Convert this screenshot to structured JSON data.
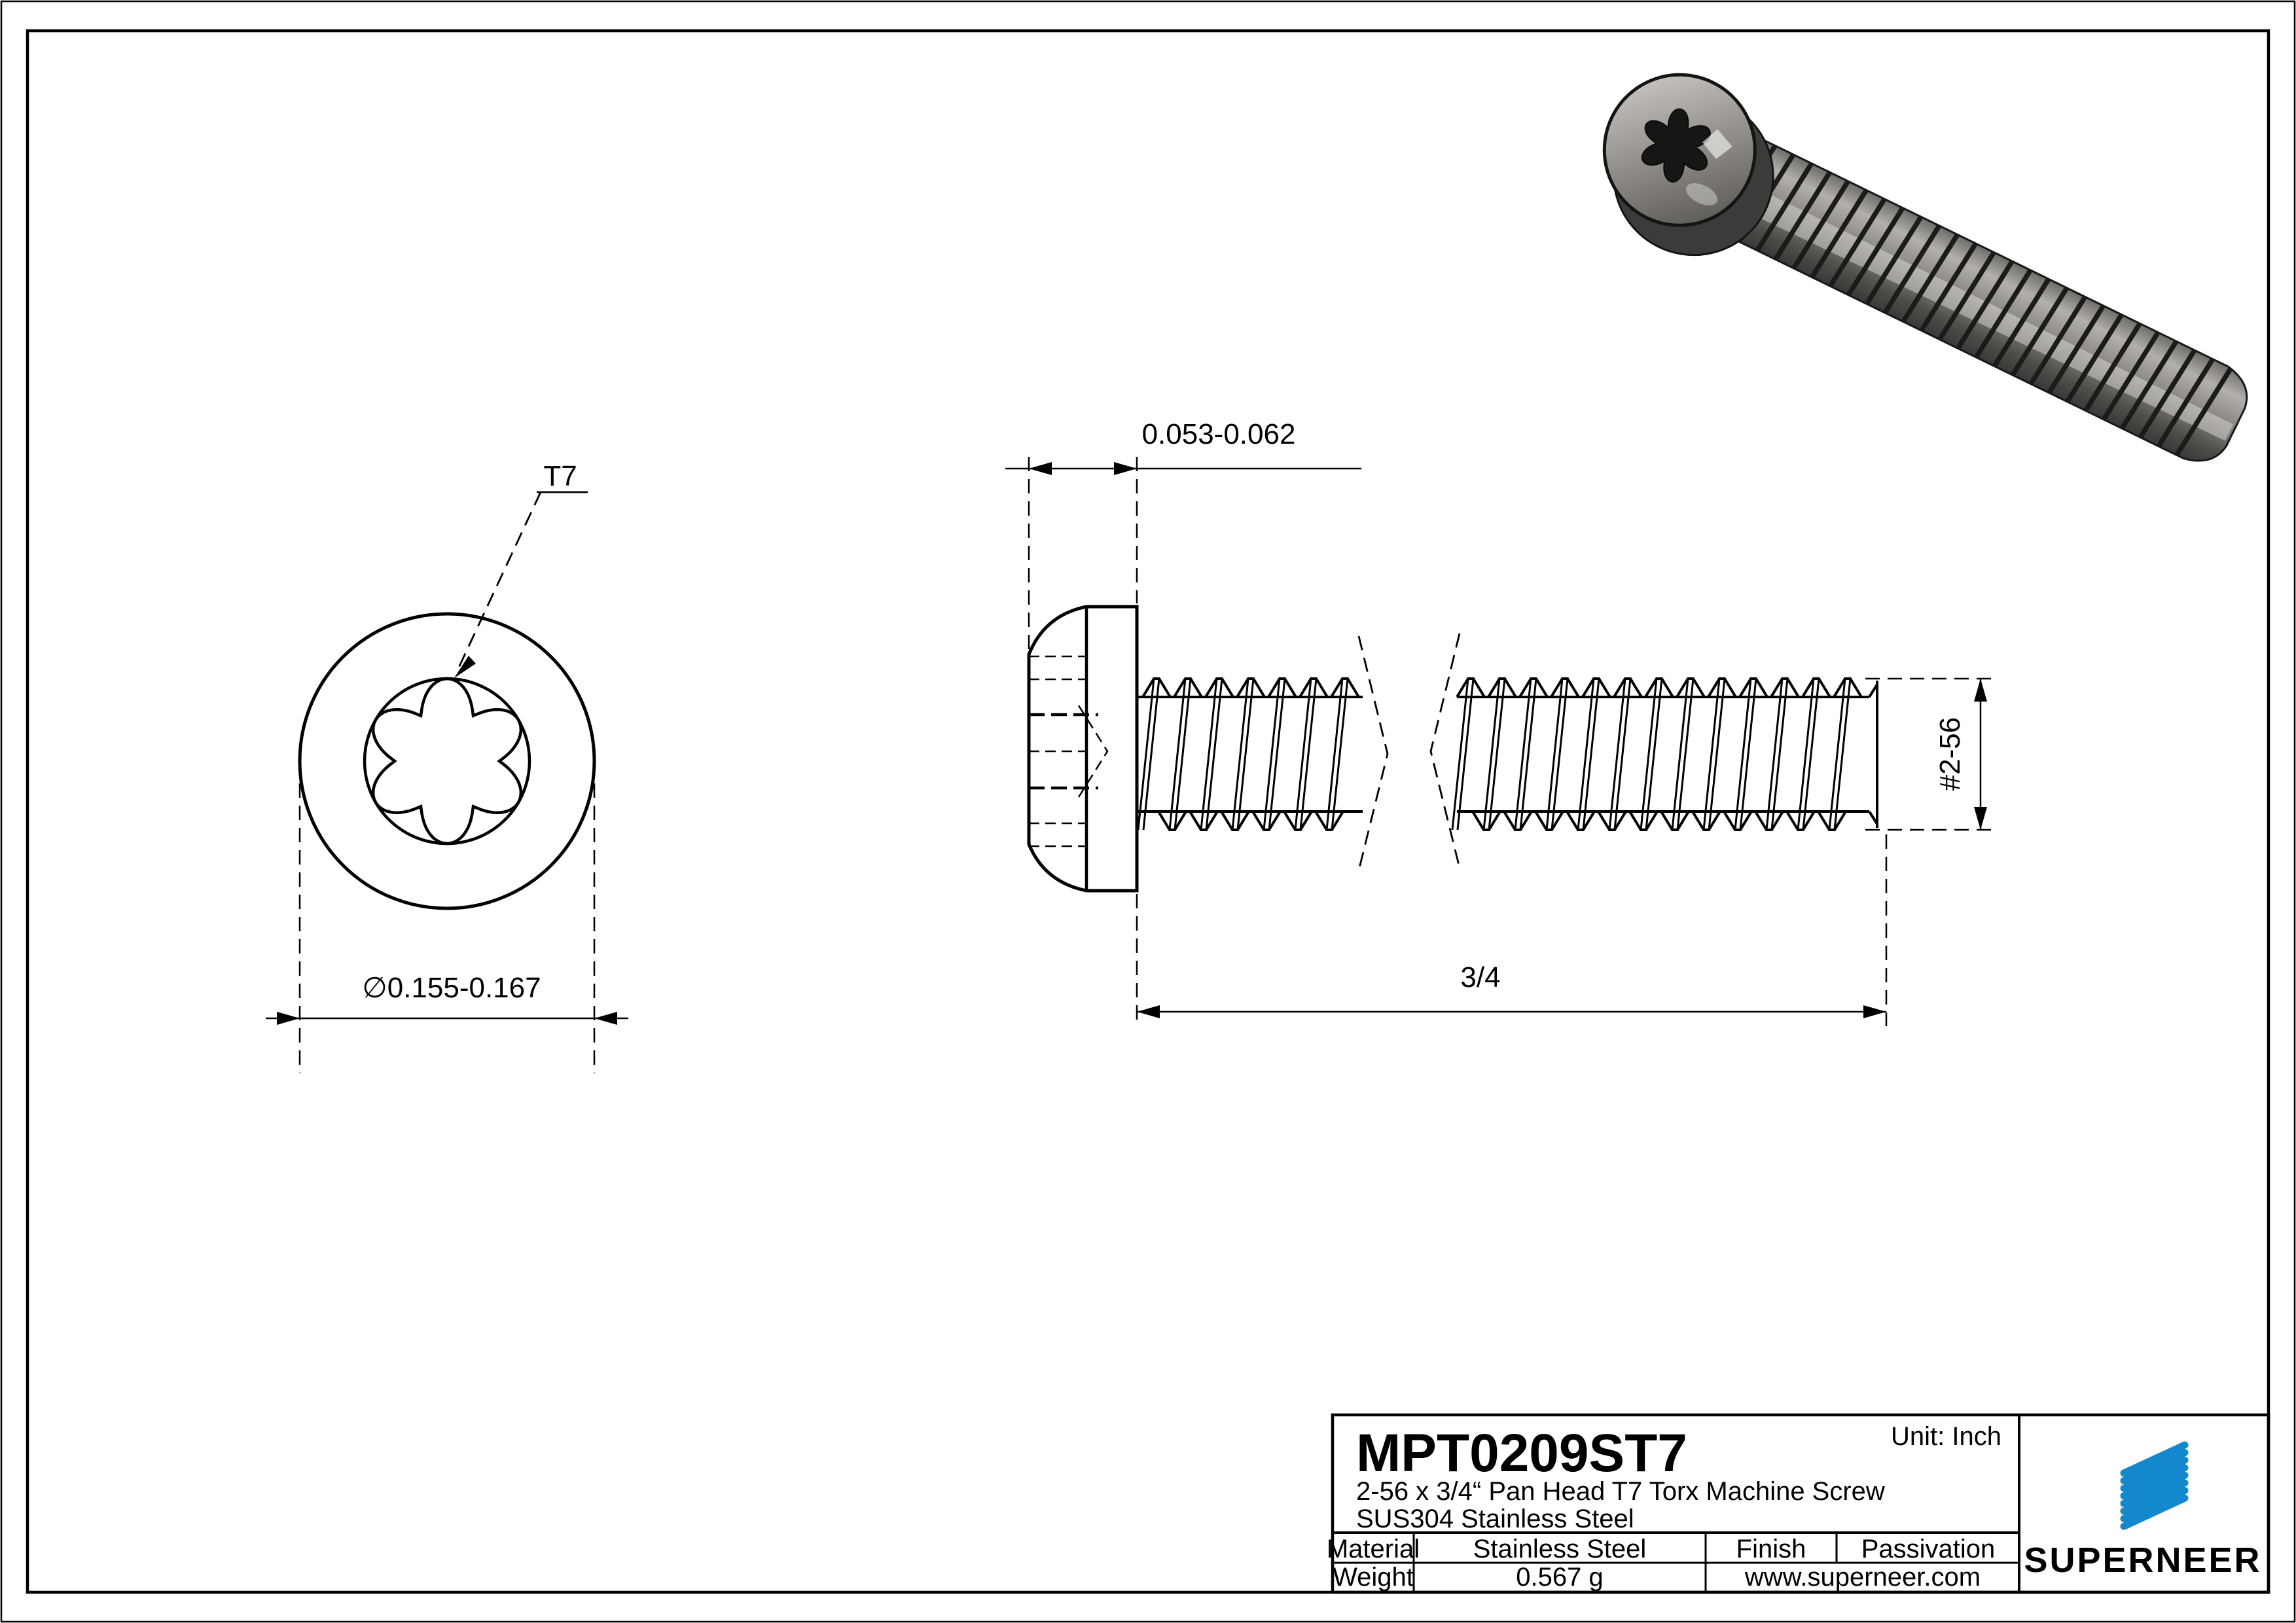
{
  "title_block": {
    "part_number": "MPT0209ST7",
    "unit": "Unit: Inch",
    "description_line1": "2-56 x 3/4“ Pan Head T7 Torx Machine Screw",
    "description_line2": "SUS304 Stainless Steel",
    "material_label": "Material",
    "material_value": "Stainless Steel",
    "finish_label": "Finish",
    "finish_value": "Passivation",
    "weight_label": "Weight",
    "weight_value": "0.567 g",
    "website": "www.superneer.com",
    "brand_name": "SUPERNEER"
  },
  "dimensions": {
    "drive_label": "T7",
    "head_diameter": "∅0.155-0.167",
    "head_height": "0.053-0.062",
    "thread_spec": "#2-56",
    "length": "3/4"
  },
  "colors": {
    "line": "#000000",
    "background": "#ffffff",
    "brand_blue": "#1488cc",
    "link_blue": "#1585c8"
  }
}
